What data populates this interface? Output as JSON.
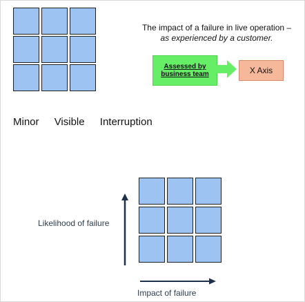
{
  "top_grid": {
    "rows": 3,
    "cols": 3
  },
  "bottom_grid": {
    "rows": 3,
    "cols": 3
  },
  "description": {
    "line1": "The impact of a failure in live operation –",
    "line2": "as experienced by a customer."
  },
  "assessed_box": {
    "label": "Assessed by\nbusiness team"
  },
  "x_axis_box": {
    "label": "X Axis"
  },
  "impact_levels": [
    "Minor",
    "Visible",
    "Interruption"
  ],
  "axes": {
    "y_label": "Likelihood of failure",
    "x_label": "Impact of failure"
  },
  "colors": {
    "cell_fill": "#9dc3f2",
    "green_box": "#66ee66",
    "orange_box": "#f6b89a",
    "axis_arrow": "#1e2f4a"
  }
}
